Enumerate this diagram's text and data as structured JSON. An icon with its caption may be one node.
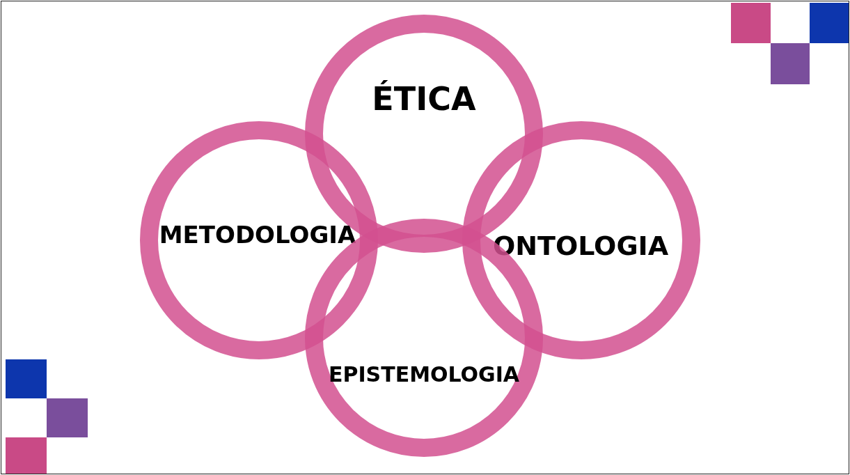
{
  "diagram": {
    "nodes": [
      {
        "text": [
          "ÉTICA"
        ]
      },
      {
        "text": [
          "METODOLOGIA"
        ]
      },
      {
        "text": [
          "ONTOLOGIA"
        ]
      },
      {
        "text": [
          "EPISTEMOLOGIA"
        ]
      }
    ],
    "edges": []
  }
}
